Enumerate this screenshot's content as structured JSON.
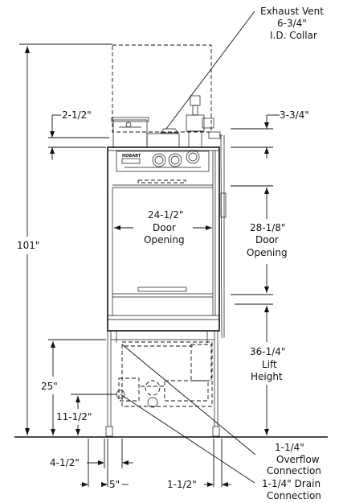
{
  "callouts": {
    "exhaust_vent": [
      "Exhaust Vent",
      "6-3/4\"",
      "I.D. Collar"
    ],
    "dim_top_left": "2-1/2\"",
    "dim_top_right": "3-3/4\"",
    "door_width": [
      "24-1/2\"",
      "Door",
      "Opening"
    ],
    "door_height": [
      "28-1/8\"",
      "Door",
      "Opening"
    ],
    "overall_height": "101\"",
    "lift_height": [
      "36-1/4\"",
      "Lift",
      "Height"
    ],
    "dim_25": "25\"",
    "dim_11_5": "11-1/2\"",
    "dim_4_5": "4-1/2\"",
    "dim_5": "5\"",
    "dim_1_5": "1-1/2\"",
    "overflow": [
      "1-1/4\"",
      "Overflow",
      "Connection"
    ],
    "drain": [
      "1-1/4\" Drain",
      "Connection"
    ]
  },
  "control_panel": {
    "brand": "HOBART"
  }
}
